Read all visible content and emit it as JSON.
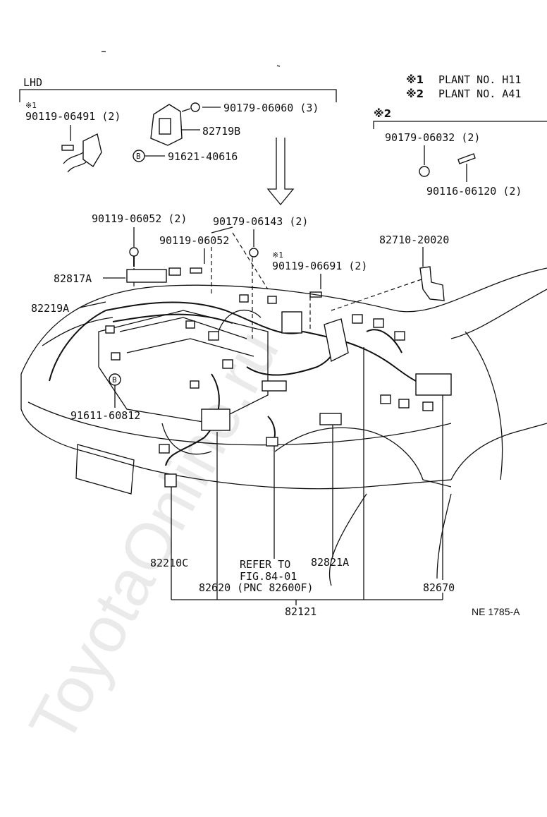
{
  "watermark": "ToyotaOnline.ru",
  "figure_id": "NE 1785-A",
  "legend": {
    "mark1": "※1",
    "plant1": "PLANT NO. H11",
    "mark2": "※2",
    "plant2": "PLANT NO. A41"
  },
  "lhd_box": {
    "title": "LHD",
    "note_mark": "※1",
    "p1": "90119-06491 (2)",
    "p2": "90179-06060 (3)",
    "p3": "82719B",
    "p4": "91621-40616",
    "p4_mark": "B"
  },
  "a41_box": {
    "title": "※2",
    "p1": "90179-06032 (2)",
    "p2": "90116-06120 (2)"
  },
  "labels": {
    "l_90119_06052_2": "90119-06052 (2)",
    "l_90179_06143": "90179-06143 (2)",
    "l_90119_06052": "90119-06052",
    "l_mark1": "※1",
    "l_90119_06691": "90119-06691 (2)",
    "l_82710": "82710-20020",
    "l_82817A": "82817A",
    "l_82219A": "82219A",
    "l_91611": "91611-60812",
    "l_91611_mark": "B",
    "l_82210C": "82210C",
    "l_refer1": "REFER TO",
    "l_refer2": "FIG.84-01",
    "l_82821A": "82821A",
    "l_82620": "82620 (PNC 82600F)",
    "l_82670": "82670",
    "l_82121": "82121"
  }
}
